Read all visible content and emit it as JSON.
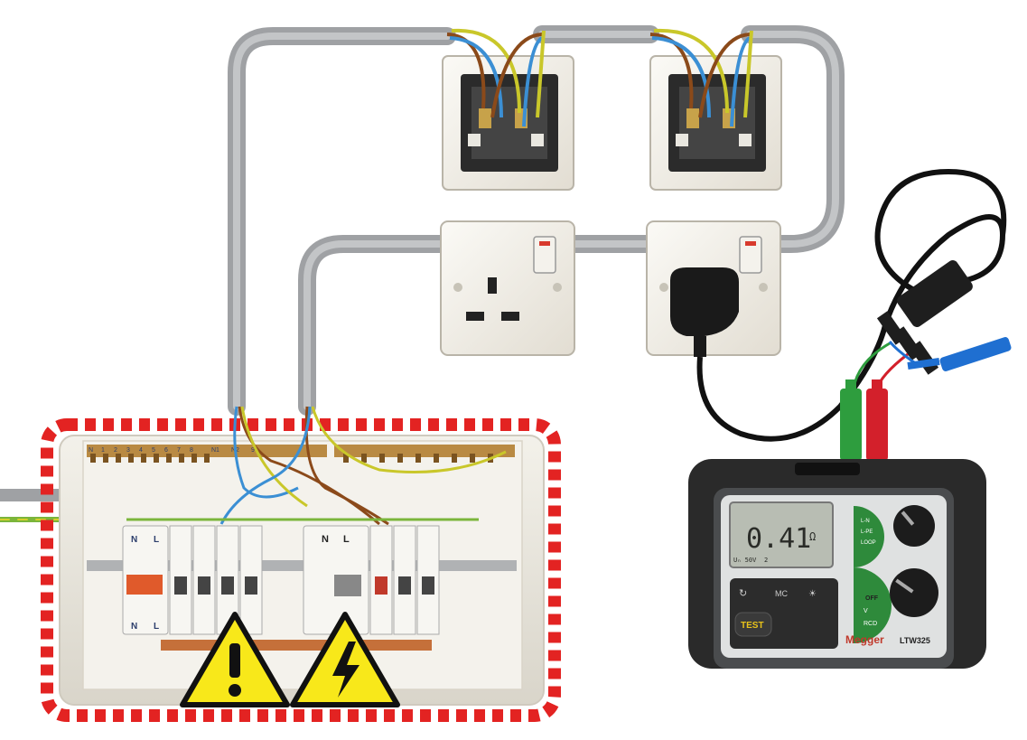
{
  "consumer_unit": {
    "busbar_labels": [
      "N",
      "1",
      "2",
      "3",
      "4",
      "5",
      "6",
      "7",
      "8",
      "N1",
      "N2",
      "9"
    ],
    "rcd_labels": {
      "left_n": "N",
      "left_l": "L",
      "right_n": "N",
      "right_l": "L",
      "bottom_n": "N",
      "bottom_l": "L"
    },
    "warning_icons": [
      "exclamation-warning",
      "high-voltage-warning"
    ]
  },
  "tester": {
    "lcd_value": "0.41",
    "lcd_unit": "Ω",
    "lcd_small": "Uₙ 50V",
    "lcd_small2": "2",
    "test_button": "TEST",
    "brand": "Megger",
    "model": "LTW325",
    "dial_top_labels": [
      "L-N",
      "L-PE",
      "LOOP"
    ],
    "dial_bottom_labels": [
      "OFF",
      "V",
      "RCD"
    ],
    "keypad_icons": [
      "rotate-icon",
      "mc-icon",
      "lamp-icon"
    ],
    "keypad_mc": "MC"
  },
  "colors": {
    "cable_grey": "#a9abad",
    "live_brown": "#8b4a1a",
    "neutral_blue": "#3b8fd4",
    "earth_green_yellow": "#c9c72a",
    "danger_red": "#e32322",
    "warning_yellow": "#f8e81a",
    "probe_green": "#2e9d3e",
    "probe_red": "#d3202b",
    "probe_blue": "#1f6fd1"
  }
}
